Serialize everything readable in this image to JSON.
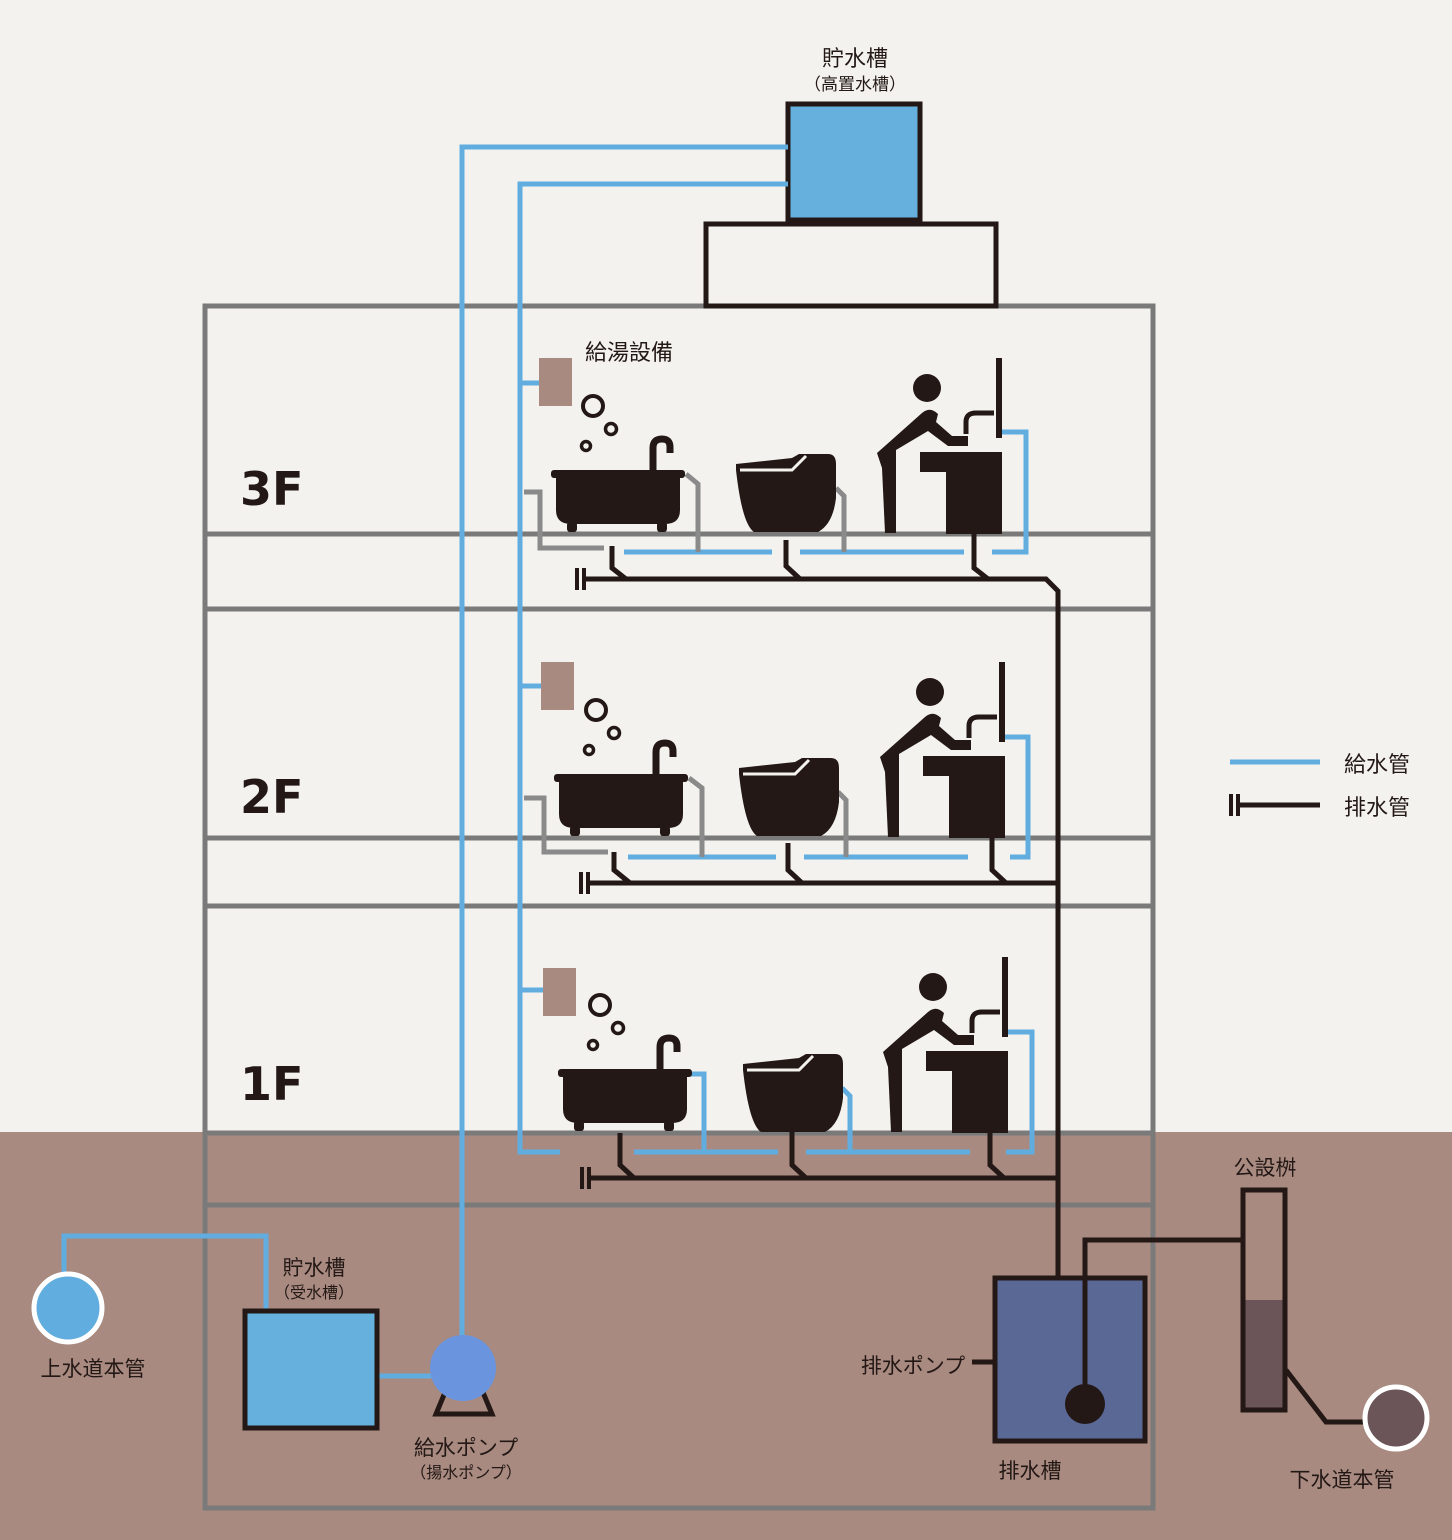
{
  "floors": [
    "3F",
    "2F",
    "1F"
  ],
  "labels": {
    "elevated_tank": "貯水槽",
    "elevated_tank_sub": "（高置水槽）",
    "water_heater": "給湯設備",
    "receiving_tank": "貯水槽",
    "receiving_tank_sub": "（受水槽）",
    "water_main": "上水道本管",
    "supply_pump": "給水ポンプ",
    "supply_pump_sub": "（揚水ポンプ）",
    "drain_pump": "排水ポンプ",
    "drain_tank": "排水槽",
    "public_basin": "公設桝",
    "sewer_main": "下水道本管"
  },
  "legend": {
    "supply": "給水管",
    "drain": "排水管"
  },
  "colors": {
    "sky": "#f3f2ee",
    "ground": "#a88a80",
    "supply_pipe": "#62ade0",
    "drain_pipe": "#231815",
    "wall": "#7a7a7a",
    "tank_water": "#66b0dd",
    "pump": "#6a95de",
    "drain_tank": "#5a6896",
    "heater": "#a88a80",
    "sewer": "#6b5558"
  },
  "icons": [
    "bathtub-icon",
    "toilet-icon",
    "person-at-sink-icon",
    "water-heater-icon"
  ]
}
